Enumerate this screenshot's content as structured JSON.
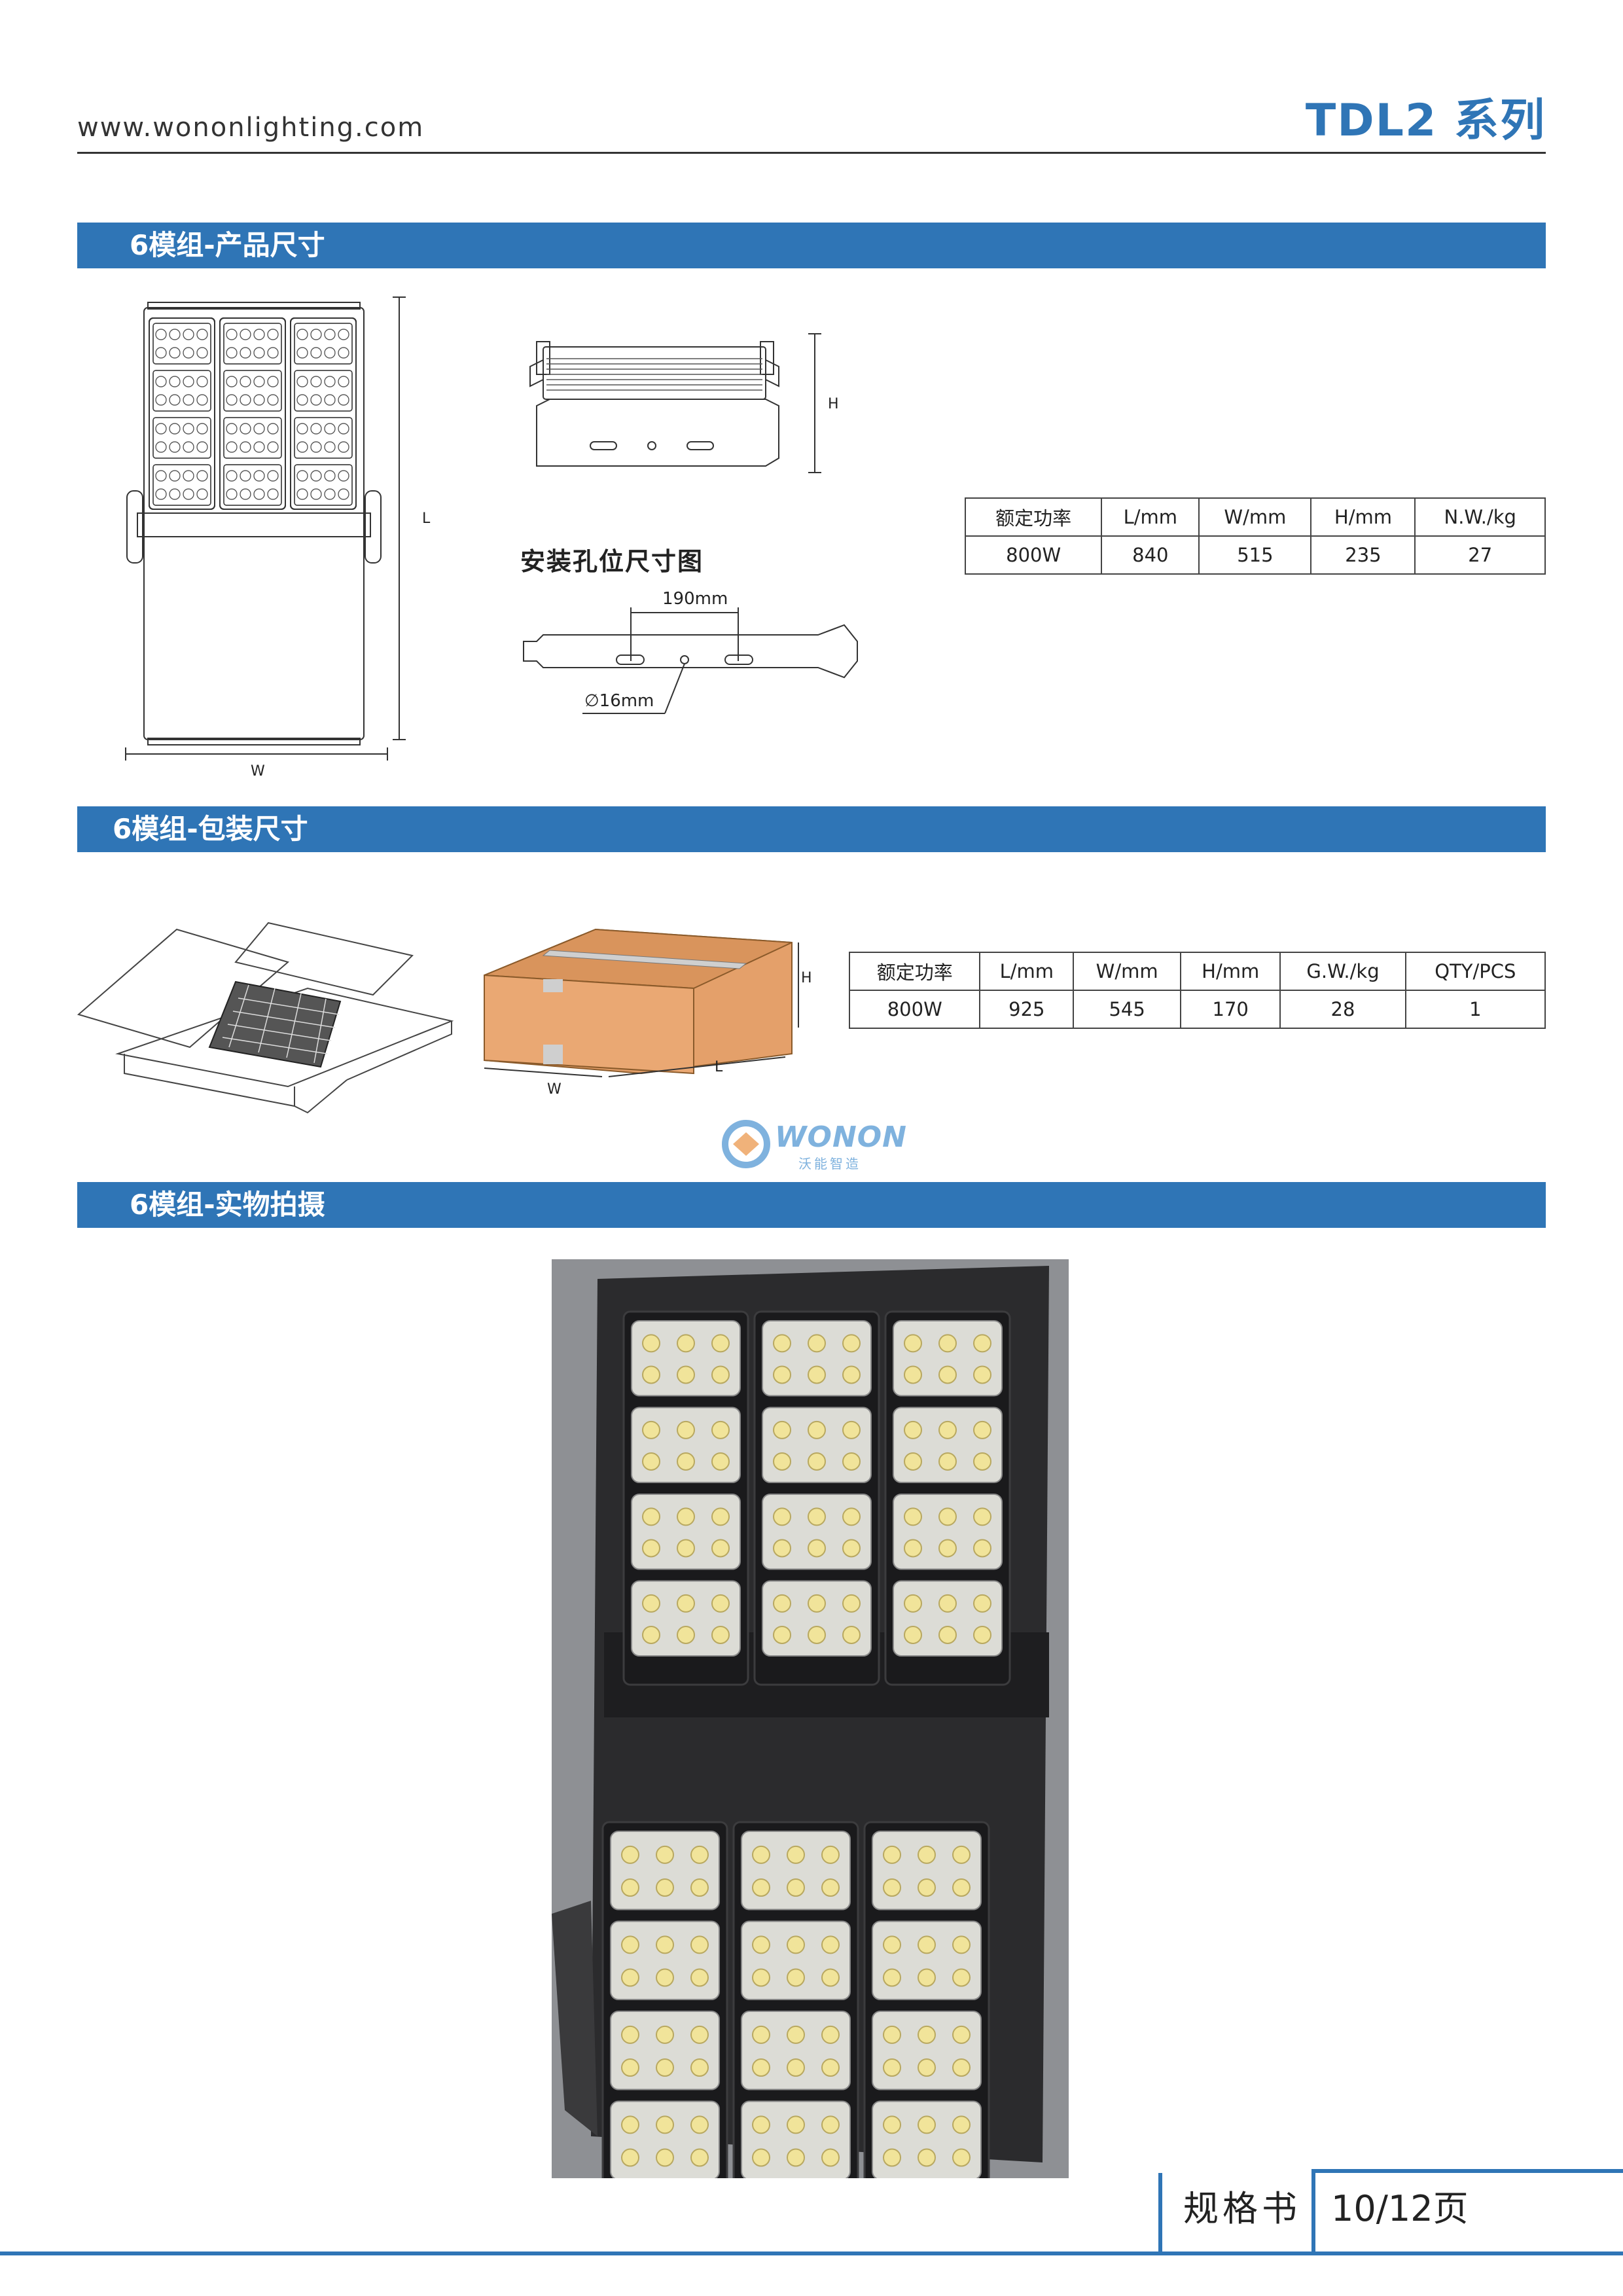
{
  "header": {
    "website": "www.wononlighting.com",
    "series": "TDL2 系列"
  },
  "sections": {
    "product_dims": "6模组-产品尺寸",
    "package_dims": "6模组-包装尺寸",
    "photo": "6模组-实物拍摄"
  },
  "drawing": {
    "label_L": "L",
    "label_W": "W",
    "label_H": "H",
    "mount_title": "安装孔位尺寸图",
    "hole_spacing": "190mm",
    "hole_diameter": "∅16mm"
  },
  "product_table": {
    "headers": [
      "额定功率",
      "L/mm",
      "W/mm",
      "H/mm",
      "N.W./kg"
    ],
    "row": [
      "800W",
      "840",
      "515",
      "235",
      "27"
    ]
  },
  "package_table": {
    "headers": [
      "额定功率",
      "L/mm",
      "W/mm",
      "H/mm",
      "G.W./kg",
      "QTY/PCS"
    ],
    "row": [
      "800W",
      "925",
      "545",
      "170",
      "28",
      "1"
    ]
  },
  "logo": {
    "brand": "WONON",
    "tagline": "沃能智造"
  },
  "footer": {
    "label": "规格书",
    "page": "10/12页"
  }
}
